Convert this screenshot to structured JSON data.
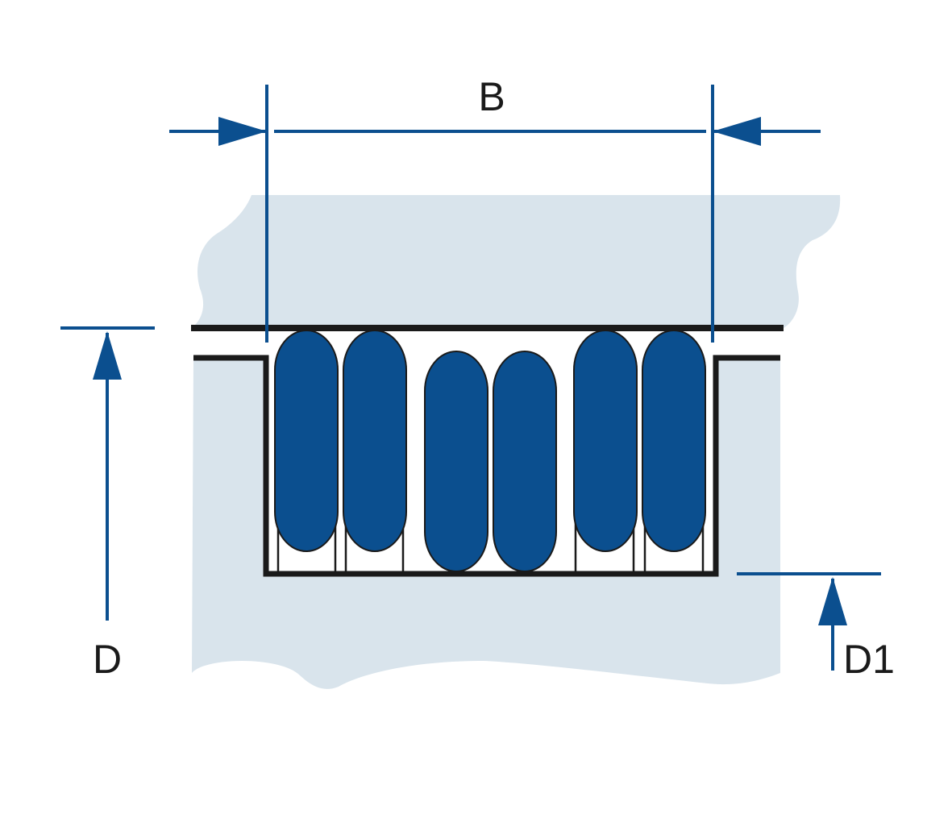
{
  "labels": {
    "width": "B",
    "outer_diameter": "D",
    "groove_diameter": "D1"
  },
  "colors": {
    "background": "#ffffff",
    "housing": "#d9e4ec",
    "seal": "#0b4f8f",
    "line": "#1a1a1a",
    "dimension": "#0b4f8f"
  }
}
